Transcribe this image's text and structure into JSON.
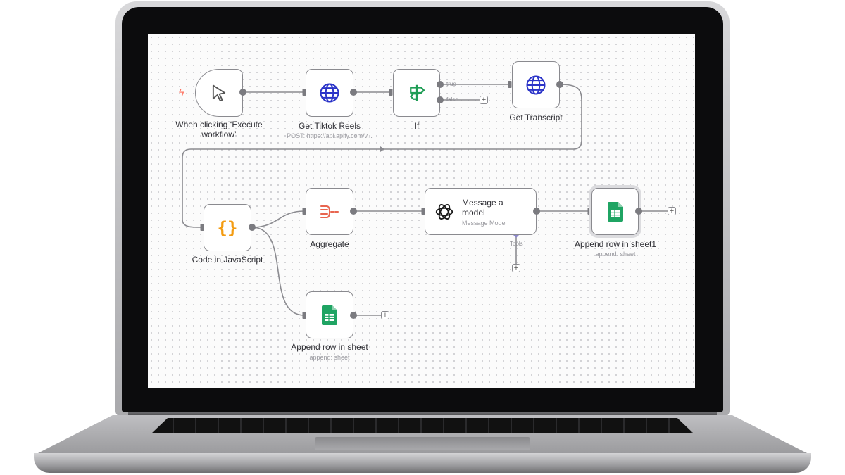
{
  "workflow": {
    "trigger_label": "When clicking ‘Execute workflow’",
    "get_reels": {
      "title": "Get Tiktok Reels",
      "subtitle": "POST: https://api.apify.com/v..."
    },
    "if_node": {
      "title": "If",
      "true_label": "true",
      "false_label": "false"
    },
    "get_transcript": {
      "title": "Get Transcript"
    },
    "code": {
      "title": "Code in JavaScript"
    },
    "aggregate": {
      "title": "Aggregate"
    },
    "message_model": {
      "title_line1": "Message a",
      "title_line2": "model",
      "subtitle": "Message Model",
      "tools_label": "Tools"
    },
    "append_sheet1": {
      "title": "Append row in sheet1",
      "subtitle": "append: sheet"
    },
    "append_sheet": {
      "title": "Append row in sheet",
      "subtitle": "append: sheet"
    },
    "add_symbol": "+"
  },
  "colors": {
    "trigger_bolt": "#ff6d5a",
    "http_globe": "#2b34c8",
    "if_green": "#1f9d55",
    "code_orange": "#f39c12",
    "aggregate_red": "#e8654f",
    "sheets_green": "#1fa463",
    "tools_diamond": "#8b87c9"
  }
}
